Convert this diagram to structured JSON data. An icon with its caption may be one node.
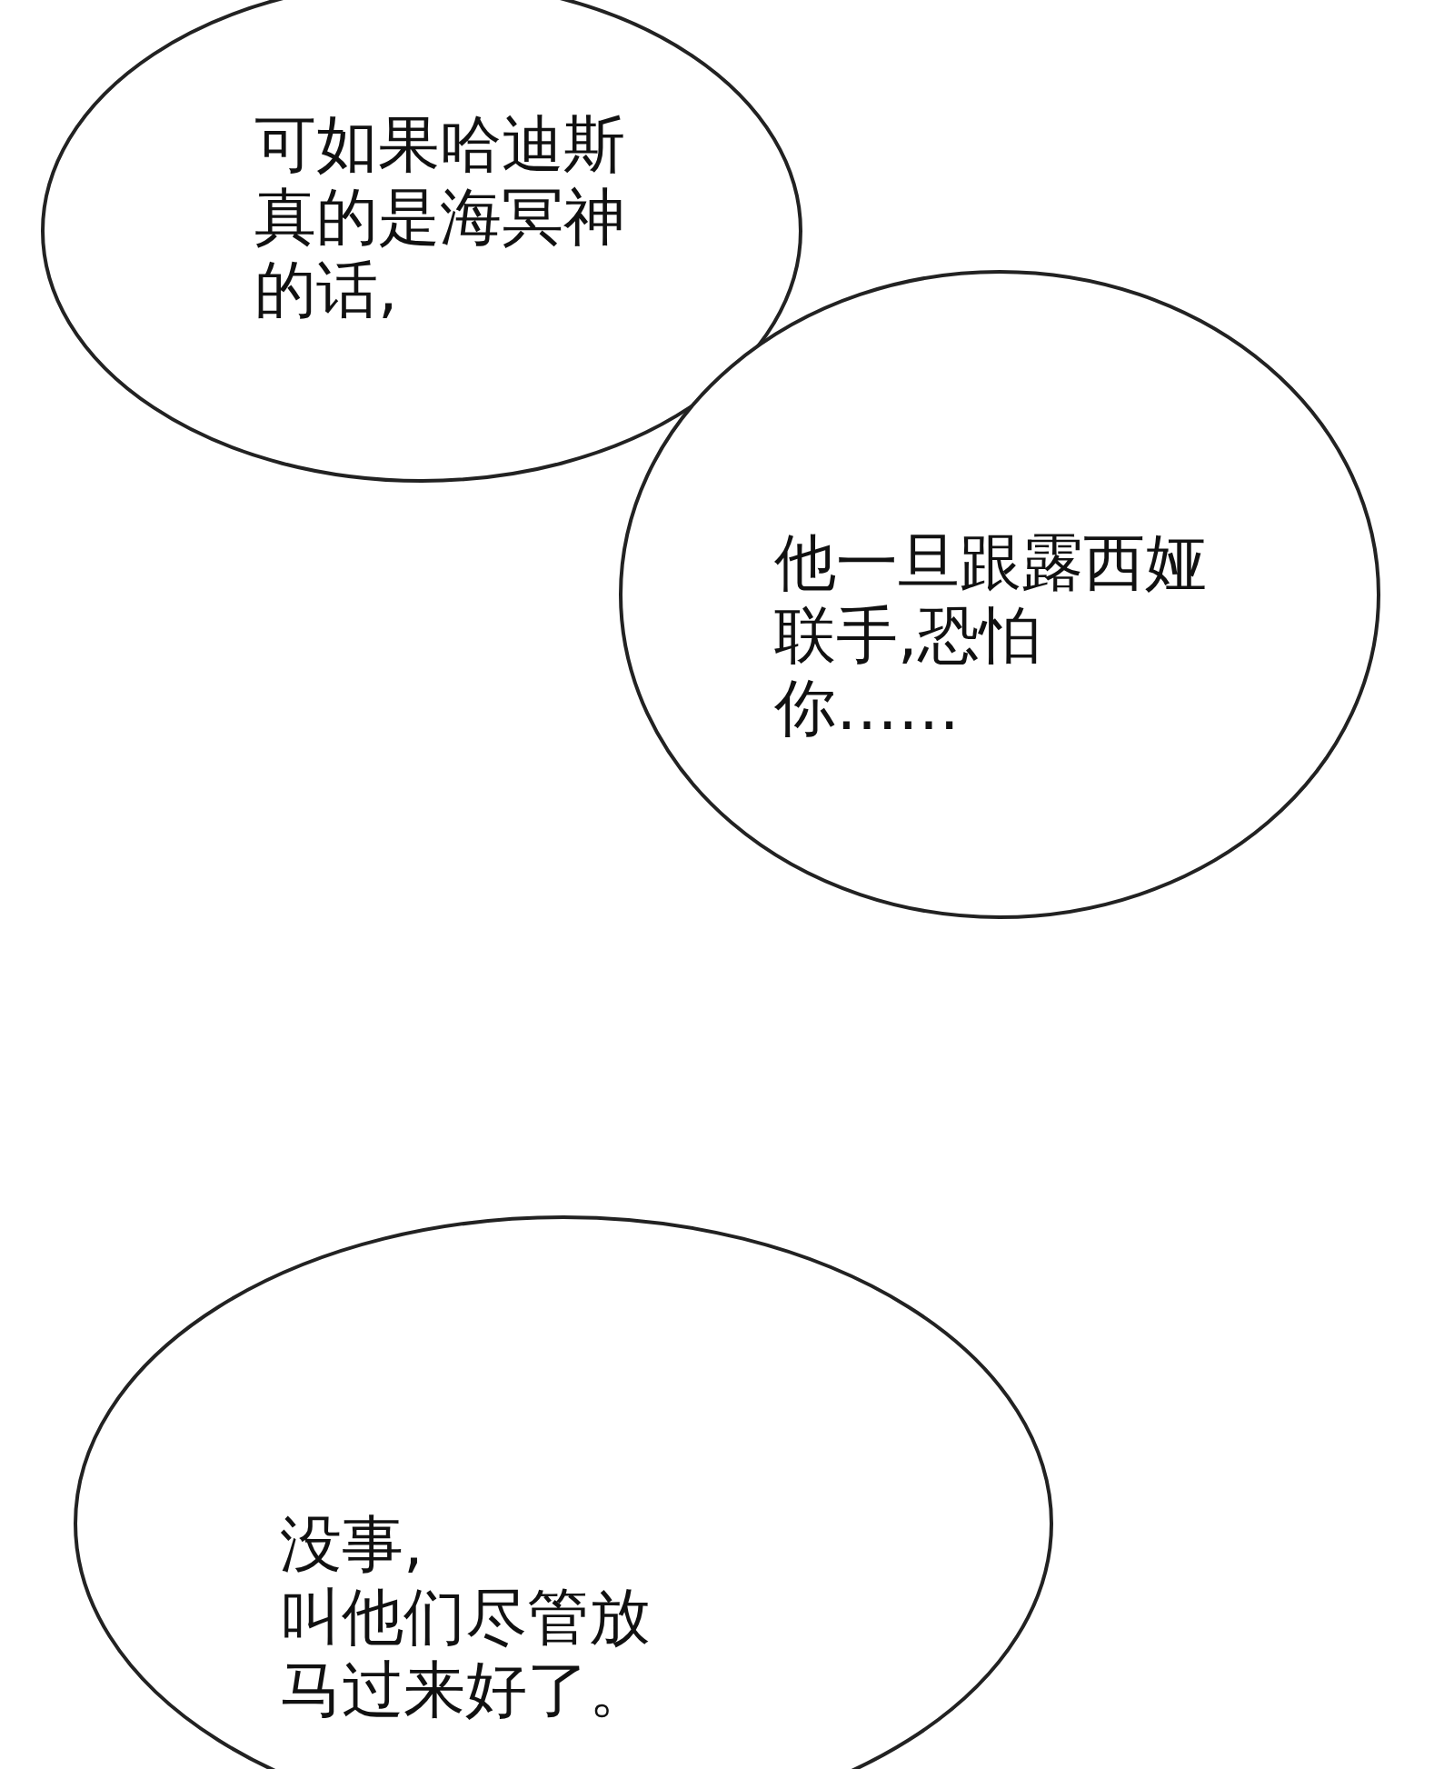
{
  "diagram": {
    "nodes": [
      {
        "text": [
          "可如果哈迪斯真的是海冥神的话,"
        ]
      },
      {
        "text": [
          "他一旦跟露西娅联手,恐怕你……"
        ]
      },
      {
        "text": [
          "没事,",
          "叫他们尽管放马过来好了。"
        ]
      }
    ]
  }
}
